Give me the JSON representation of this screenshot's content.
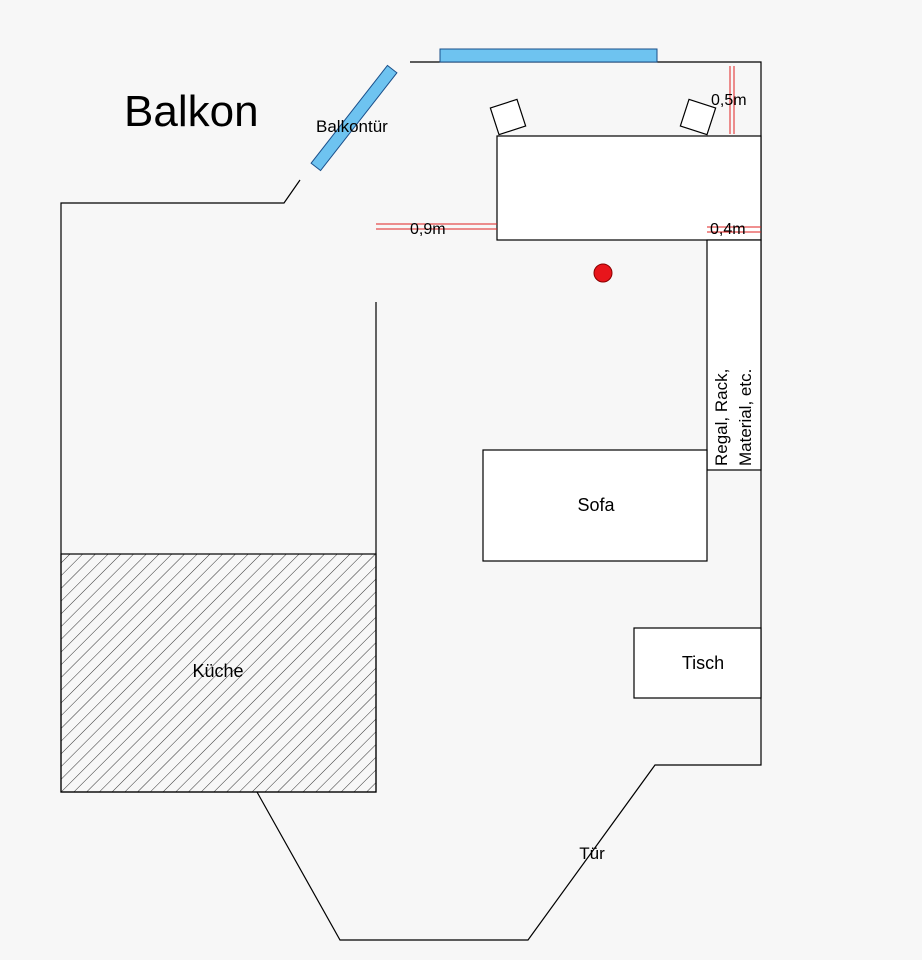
{
  "labels": {
    "balcony": "Balkon",
    "balcony_door": "Balkontür",
    "dim_speaker_wall": "0,5m",
    "dim_left": "0,9m",
    "dim_right": "0,4m",
    "shelf_line1": "Regal, Rack,",
    "shelf_line2": "Material, etc.",
    "sofa": "Sofa",
    "table": "Tisch",
    "kitchen": "Küche",
    "door": "Tür"
  },
  "colors": {
    "window": "#6ec3f0",
    "dimension": "#e02020",
    "marker": "#e8151b",
    "wall": "#000000",
    "background": "#f7f7f7"
  }
}
